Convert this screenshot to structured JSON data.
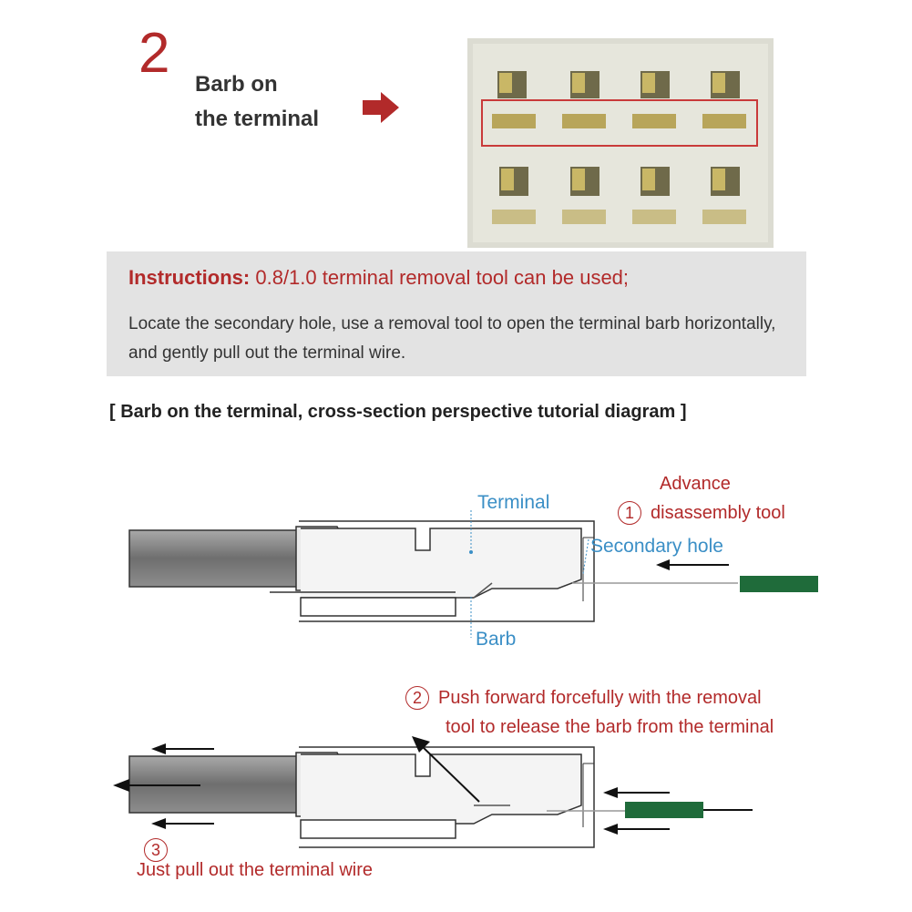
{
  "step": {
    "number": "2",
    "title_line1": "Barb on",
    "title_line2": "the terminal"
  },
  "instructions": {
    "label": "Instructions:",
    "text": "0.8/1.0 terminal removal tool can be used;",
    "body": "Locate the secondary hole, use a removal tool to open the terminal barb horizontally, and gently pull out the terminal wire."
  },
  "diagram_title": "[ Barb on the terminal, cross-section perspective tutorial diagram ]",
  "labels": {
    "terminal": "Terminal",
    "secondary_hole": "Secondary hole",
    "barb": "Barb"
  },
  "steps": [
    {
      "num": "1",
      "text_line1": "Advance",
      "text_line2": "disassembly tool"
    },
    {
      "num": "2",
      "text_line1": "Push forward forcefully with the removal",
      "text_line2": "tool to release the barb from the terminal"
    },
    {
      "num": "3",
      "text": "Just pull out the terminal wire"
    }
  ],
  "colors": {
    "accent_red": "#b22a2a",
    "label_blue": "#3b8fc6",
    "tool_green": "#1f6b3a"
  }
}
